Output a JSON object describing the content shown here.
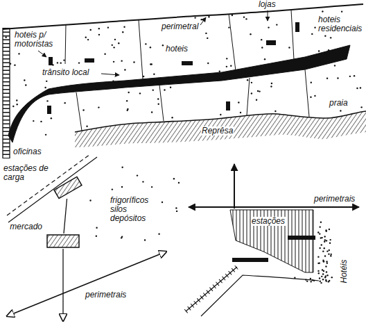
{
  "diagram": {
    "nodes": [
      {
        "text": [
          "estações de carga"
        ]
      },
      {
        "text": [
          "mercado"
        ]
      },
      {
        "text": [
          "estações"
        ]
      }
    ],
    "edges": [
      {
        "from": 0,
        "to": 1,
        "arrow": "none"
      }
    ],
    "labels": [
      "hoteis p/ motoristas",
      "perimetral",
      "lojas",
      "hoteis residenciais",
      "hoteis",
      "trânsito local",
      "praia",
      "Reprêsa",
      "oficinas",
      "frigoríficos silos depósitos",
      "perimetrais",
      "perimetrais",
      "Hotéis"
    ]
  }
}
